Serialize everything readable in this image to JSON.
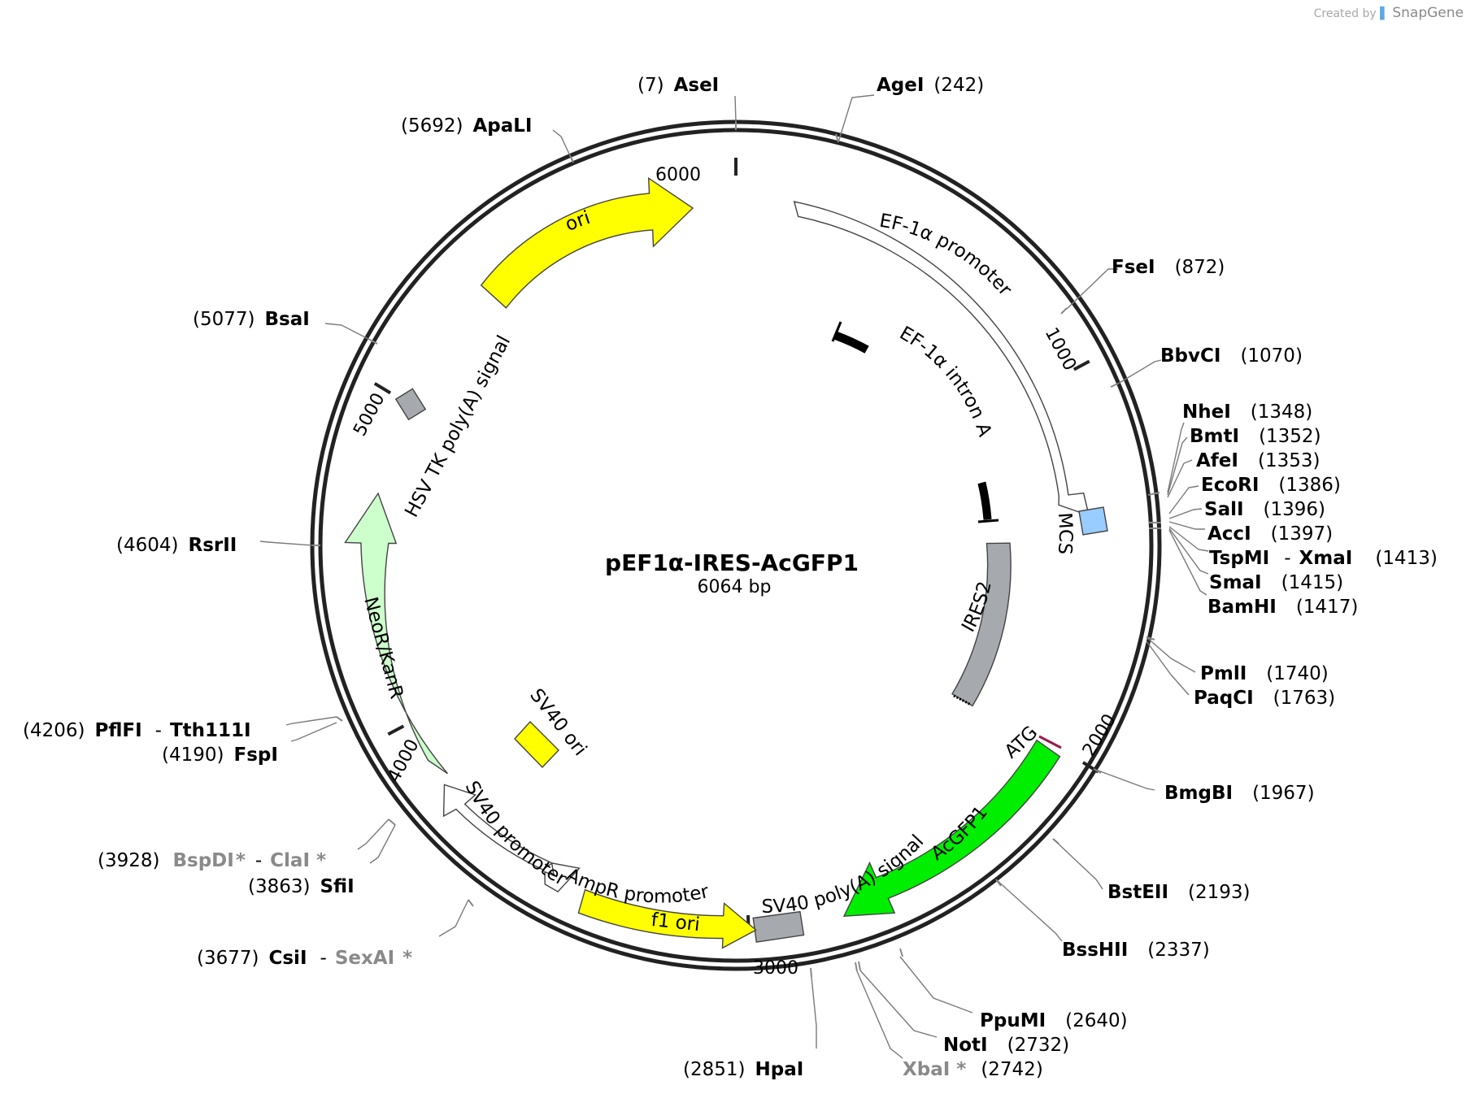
{
  "watermark": {
    "created_by": "Created by",
    "brand": "SnapGene"
  },
  "plasmid": {
    "name": "pEF1α-IRES-AcGFP1",
    "size": "6064 bp"
  },
  "ticks": [
    "1000",
    "2000",
    "3000",
    "4000",
    "5000",
    "6000"
  ],
  "features": {
    "ef1a_promoter": "EF-1α promoter",
    "ef1a_intron": "EF-1α intron A",
    "mcs": "MCS",
    "ires2": "IRES2",
    "atg": "ATG",
    "acgfp1": "AcGFP1",
    "sv40_polya": "SV40 poly(A) signal",
    "f1_ori": "f1 ori",
    "ampr_promoter": "AmpR promoter",
    "sv40_promoter": "SV40 promoter",
    "sv40_ori": "SV40 ori",
    "neor": "NeoR/KanR",
    "hsv_polya": "HSV TK poly(A) signal",
    "ori": "ori"
  },
  "sites": {
    "asei": {
      "pos": "(7)",
      "name": "AseI"
    },
    "agei": {
      "pos": "(242)",
      "name": "AgeI"
    },
    "apali": {
      "pos": "(5692)",
      "name": "ApaLI"
    },
    "fsei": {
      "pos": "(872)",
      "name": "FseI"
    },
    "bbvci": {
      "pos": "(1070)",
      "name": "BbvCI"
    },
    "bsai": {
      "pos": "(5077)",
      "name": "BsaI"
    },
    "nhei": {
      "pos": "(1348)",
      "name": "NheI"
    },
    "bmti": {
      "pos": "(1352)",
      "name": "BmtI"
    },
    "afei": {
      "pos": "(1353)",
      "name": "AfeI"
    },
    "ecori": {
      "pos": "(1386)",
      "name": "EcoRI"
    },
    "sali": {
      "pos": "(1396)",
      "name": "SalI"
    },
    "acci": {
      "pos": "(1397)",
      "name": "AccI"
    },
    "tspmi": {
      "name": "TspMI",
      "dash": "-",
      "name2": "XmaI",
      "pos": "(1413)"
    },
    "smai": {
      "pos": "(1415)",
      "name": "SmaI"
    },
    "bamhi": {
      "pos": "(1417)",
      "name": "BamHI"
    },
    "rsrii": {
      "pos": "(4604)",
      "name": "RsrII"
    },
    "pmli": {
      "pos": "(1740)",
      "name": "PmlI"
    },
    "paqci": {
      "pos": "(1763)",
      "name": "PaqCI"
    },
    "pflfi": {
      "pos": "(4206)",
      "name": "PflFI",
      "dash": "-",
      "name2": "Tth111I"
    },
    "fspi": {
      "pos": "(4190)",
      "name": "FspI"
    },
    "bmgbi": {
      "pos": "(1967)",
      "name": "BmgBI"
    },
    "bspdi": {
      "pos": "(3928)",
      "name": "BspDI",
      "star": "*",
      "dash": "-",
      "name2": "ClaI",
      "star2": "*"
    },
    "sfii": {
      "pos": "(3863)",
      "name": "SfiI"
    },
    "bsteii": {
      "pos": "(2193)",
      "name": "BstEII"
    },
    "bsshii": {
      "pos": "(2337)",
      "name": "BssHII"
    },
    "csii": {
      "pos": "(3677)",
      "name": "CsiI",
      "dash": "-",
      "name2": "SexAI",
      "star2": "*"
    },
    "ppumi": {
      "pos": "(2640)",
      "name": "PpuMI"
    },
    "noti": {
      "pos": "(2732)",
      "name": "NotI"
    },
    "hpai": {
      "pos": "(2851)",
      "name": "HpaI"
    },
    "xbai": {
      "pos": "(2742)",
      "name": "XbaI",
      "star": "*"
    }
  },
  "colors": {
    "ori": "#ffff00",
    "f1_ori": "#ffff00",
    "sv40_ori": "#ffff00",
    "acgfp1": "#00ee00",
    "neor": "#ccffcc",
    "ires2": "#a6a9ad",
    "mcs": "#99ccff",
    "promoter": "#ffffff",
    "polya": "#a6a9ad",
    "intron": "#000000",
    "gray_enzyme": "#8a8a8a"
  }
}
